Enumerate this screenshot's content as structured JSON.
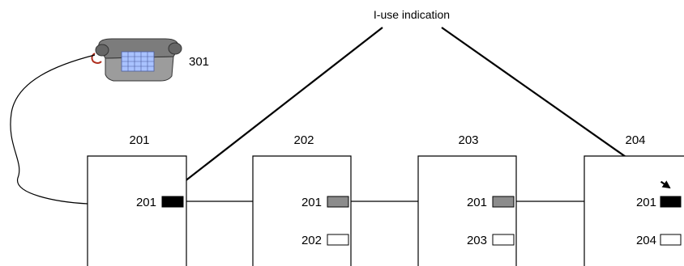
{
  "annotation": "I-use indication",
  "phone": {
    "label": "301",
    "icon": "telephone-icon"
  },
  "units": [
    {
      "title": "201",
      "rows": [
        {
          "label": "201",
          "indicator": "filled"
        }
      ]
    },
    {
      "title": "202",
      "rows": [
        {
          "label": "201",
          "indicator": "gray"
        },
        {
          "label": "202",
          "indicator": "empty"
        }
      ]
    },
    {
      "title": "203",
      "rows": [
        {
          "label": "201",
          "indicator": "gray"
        },
        {
          "label": "203",
          "indicator": "empty"
        }
      ]
    },
    {
      "title": "204",
      "rows": [
        {
          "label": "201",
          "indicator": "filled"
        },
        {
          "label": "204",
          "indicator": "empty"
        }
      ]
    }
  ],
  "colors": {
    "line": "#000000",
    "filled": "#000000",
    "gray": "#8c8c8c",
    "empty": "#ffffff",
    "phone_body": "#9c9c9c",
    "keypad": "#a9c2ff"
  }
}
